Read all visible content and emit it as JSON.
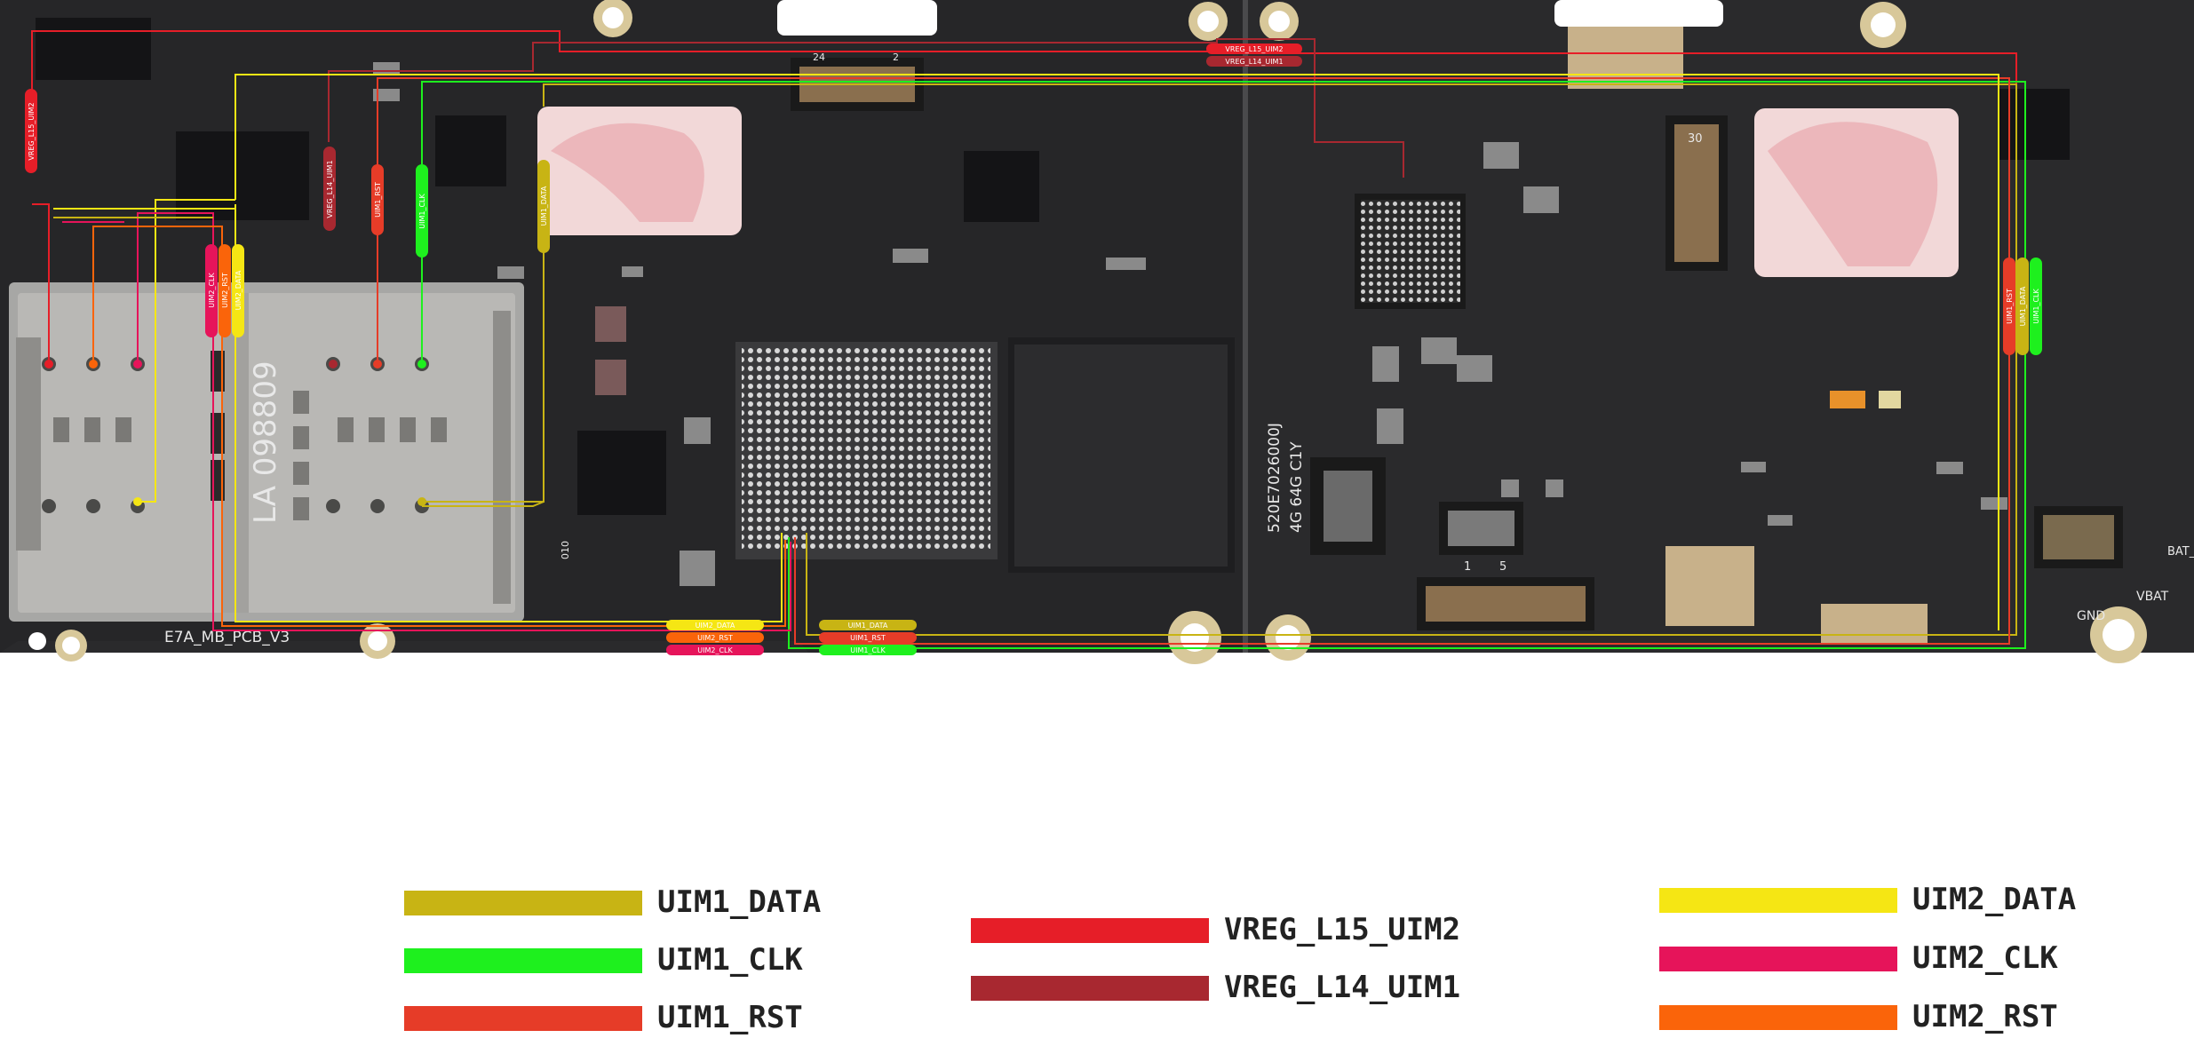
{
  "board": {
    "pcb_label": "E7A_MB_PCB_V3",
    "chip_text_1": "LA 098809",
    "chip_text_2": "520E7026000J",
    "chip_text_3": "4G 64G C1Y",
    "conn_num_24": "24",
    "conn_num_2": "2",
    "conn_num_30": "30",
    "conn_num_1": "1",
    "conn_num_5": "5",
    "gnd": "GND",
    "vbat": "VBAT",
    "bat_id": "BAT_ON",
    "silk_010": "010"
  },
  "tags": {
    "top_vreg15": "VREG_L15_UIM2",
    "top_vreg14": "VREG_L14_UIM1",
    "left_vreg15": "VREG_L15_UIM2",
    "left_vreg14": "VREG_L14_UIM1",
    "left_rst": "UIM1_RST",
    "left_clk": "UIM1_CLK",
    "left_data": "UIM1_DATA",
    "sim_clk": "UIM2_CLK",
    "sim_rst": "UIM2_RST",
    "sim_data": "UIM2_DATA",
    "soc_uim2_data": "UIM2_DATA",
    "soc_uim2_rst": "UIM2_RST",
    "soc_uim2_clk": "UIM2_CLK",
    "soc_uim1_data": "UIM1_DATA",
    "soc_uim1_rst": "UIM1_RST",
    "soc_uim1_clk": "UIM1_CLK",
    "right_rst": "UIM1_RST",
    "right_data": "UIM1_DATA",
    "right_clk": "UIM1_CLK"
  },
  "legend": [
    {
      "label": "UIM1_DATA",
      "color": "#c8b414"
    },
    {
      "label": "UIM1_CLK",
      "color": "#1ef01e"
    },
    {
      "label": "UIM1_RST",
      "color": "#e63c28"
    },
    {
      "label": "VREG_L15_UIM2",
      "color": "#e61e28"
    },
    {
      "label": "VREG_L14_UIM1",
      "color": "#a82830"
    },
    {
      "label": "UIM2_DATA",
      "color": "#f5e614"
    },
    {
      "label": "UIM2_CLK",
      "color": "#e6145a"
    },
    {
      "label": "UIM2_RST",
      "color": "#fa640a"
    }
  ]
}
